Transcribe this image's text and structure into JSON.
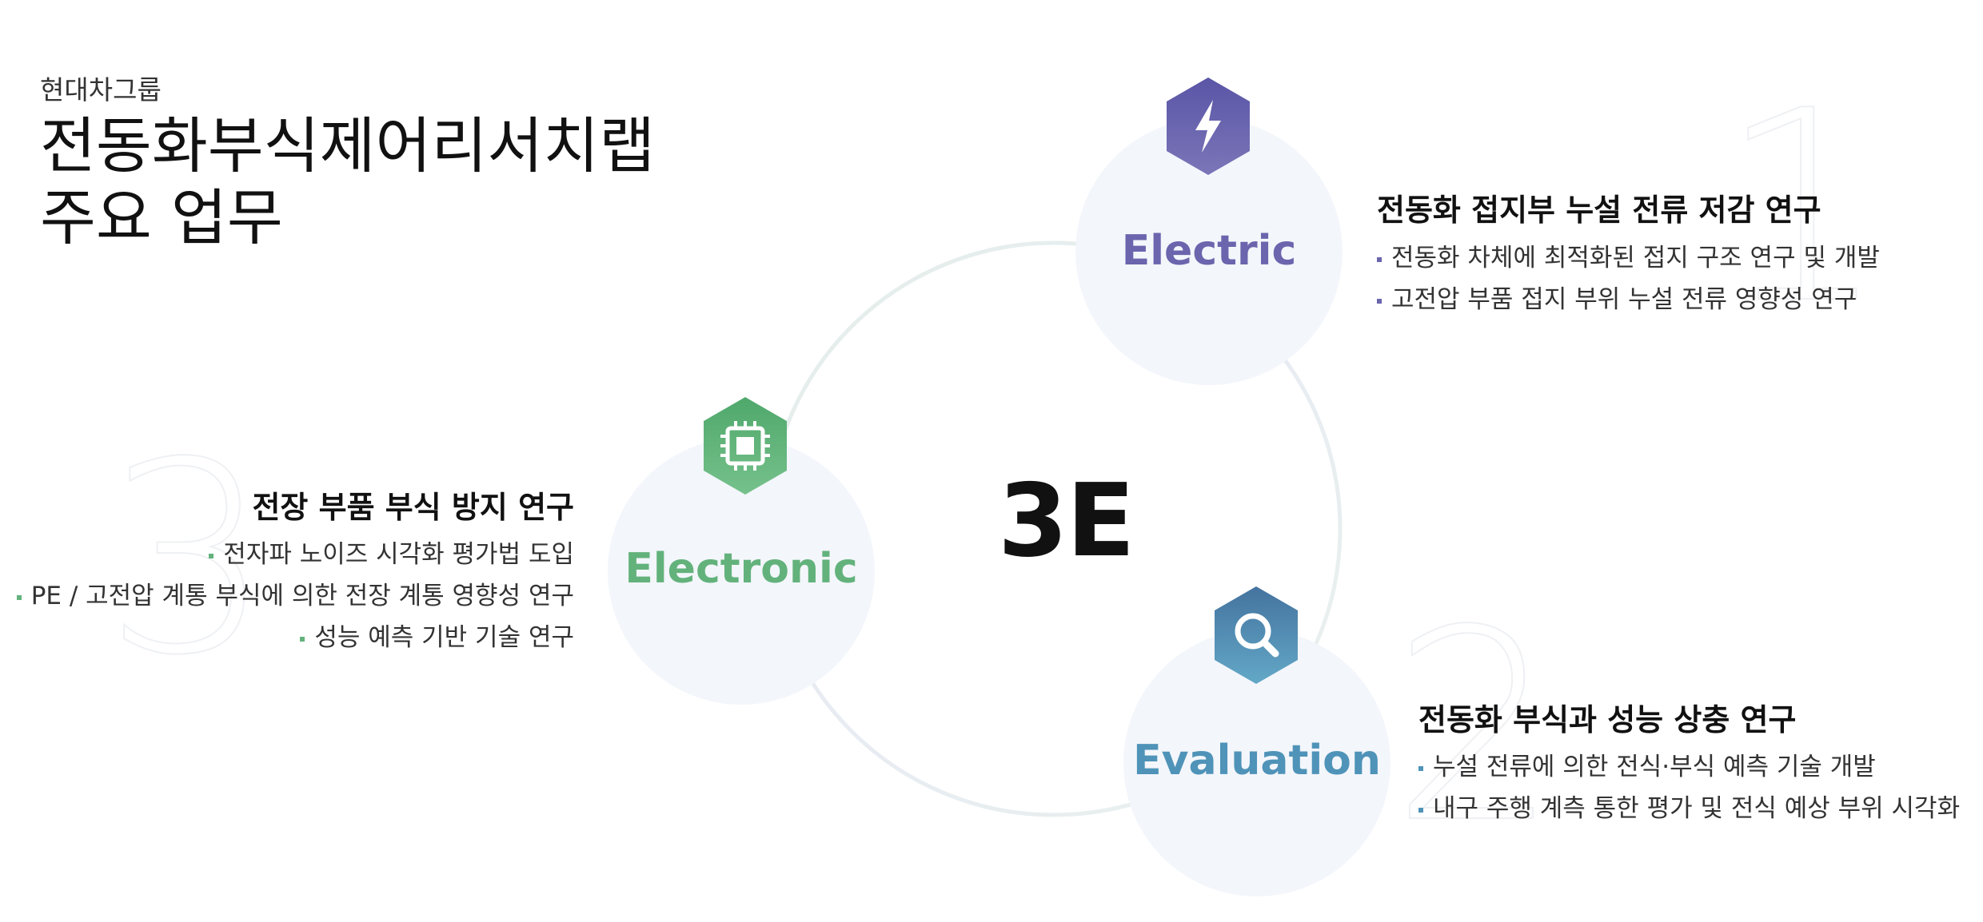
{
  "header": {
    "subtitle": "현대차그룹",
    "title_line1": "전동화부식제어리서치랩",
    "title_line2": "주요 업무"
  },
  "center_label": "3E",
  "colors": {
    "electric": "#6a65ad",
    "electronic": "#63b27c",
    "evaluation": "#4f93b8",
    "bubble_bg": "#f3f6fb"
  },
  "nodes": {
    "electric": {
      "label": "Electric",
      "icon": "lightning-bolt-icon",
      "number": "1",
      "heading": "전동화 접지부 누설 전류 저감 연구",
      "items": [
        "전동화 차체에 최적화된 접지 구조 연구 및 개발",
        "고전압 부품 접지 부위 누설 전류 영향성 연구"
      ]
    },
    "electronic": {
      "label": "Electronic",
      "icon": "chip-icon",
      "number": "3",
      "heading": "전장 부품 부식 방지 연구",
      "items": [
        "전자파 노이즈 시각화 평가법 도입",
        "PE / 고전압 계통 부식에 의한 전장 계통 영향성 연구",
        "성능 예측 기반 기술 연구"
      ]
    },
    "evaluation": {
      "label": "Evaluation",
      "icon": "magnifier-icon",
      "number": "2",
      "heading": "전동화 부식과 성능 상충 연구",
      "items": [
        "누설 전류에 의한 전식·부식 예측 기술 개발",
        "내구 주행 계측 통한 평가 및 전식 예상 부위 시각화"
      ]
    }
  }
}
